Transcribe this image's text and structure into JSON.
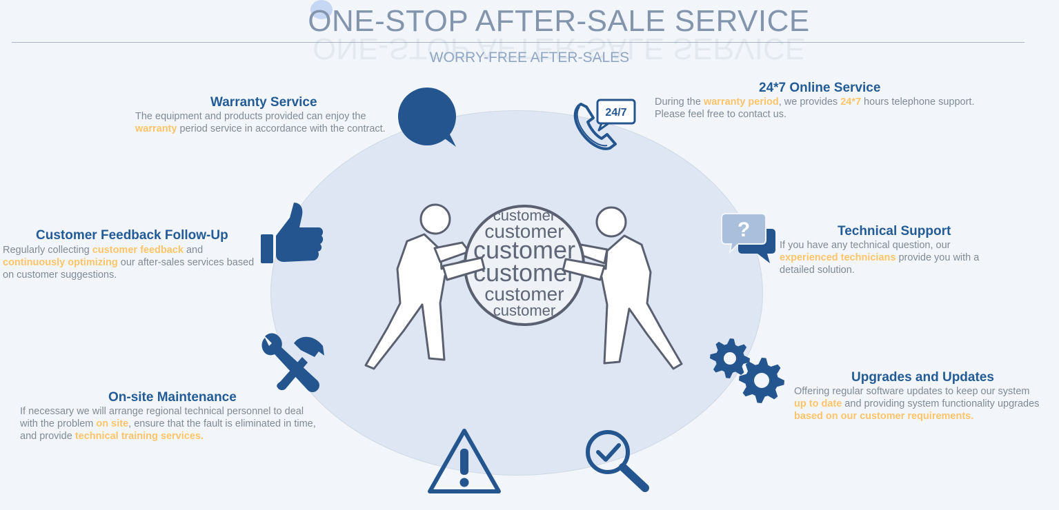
{
  "title": "ONE-STOP AFTER-SALE SERVICE",
  "subtitle": "WORRY-FREE AFTER-SALES",
  "globe_word": "customer",
  "colors": {
    "heading": "#235b96",
    "highlight": "#ffc46a",
    "body": "#7f8a96",
    "icon": "#24558f"
  },
  "services": {
    "warranty": {
      "title": "Warranty Service",
      "l1": "The equipment and products provided can enjoy the",
      "h1": "warranty",
      "l2": " period service in accordance with the contract."
    },
    "online": {
      "title": "24*7 Online Service",
      "p1": "During the ",
      "h1": "warranty period",
      "p2": ", we provides ",
      "h2": "24*7",
      "p3": " hours telephone support.",
      "l2": "Please feel free to contact us.",
      "badge": "24/7"
    },
    "feedback": {
      "title": "Customer Feedback Follow-Up",
      "p1": "Regularly collecting ",
      "h1": "customer feedback",
      "p2": " and",
      "h2": "continuously optimizing",
      "p3": " our after-sales services based",
      "l3": "on customer suggestions."
    },
    "support": {
      "title": "Technical Support",
      "l1": "If you have any technical question, our",
      "h1": "experienced technicians",
      "p2": " provide you with a",
      "l3": "detailed solution.",
      "badge": "?"
    },
    "maintenance": {
      "title": "On-site Maintenance",
      "l1": "If necessary we will arrange regional technical personnel to deal",
      "p1": "with the problem ",
      "h1": "on site",
      "p2": ", ensure that the fault is eliminated in time,",
      "p3": "and provide ",
      "h2": "technical training services."
    },
    "upgrades": {
      "title": "Upgrades and Updates",
      "l1": "Offering regular software updates to keep our system",
      "h1": "up to date",
      "p2": " and providing system functionality upgrades",
      "h2": "based on our  customer requirements."
    }
  }
}
